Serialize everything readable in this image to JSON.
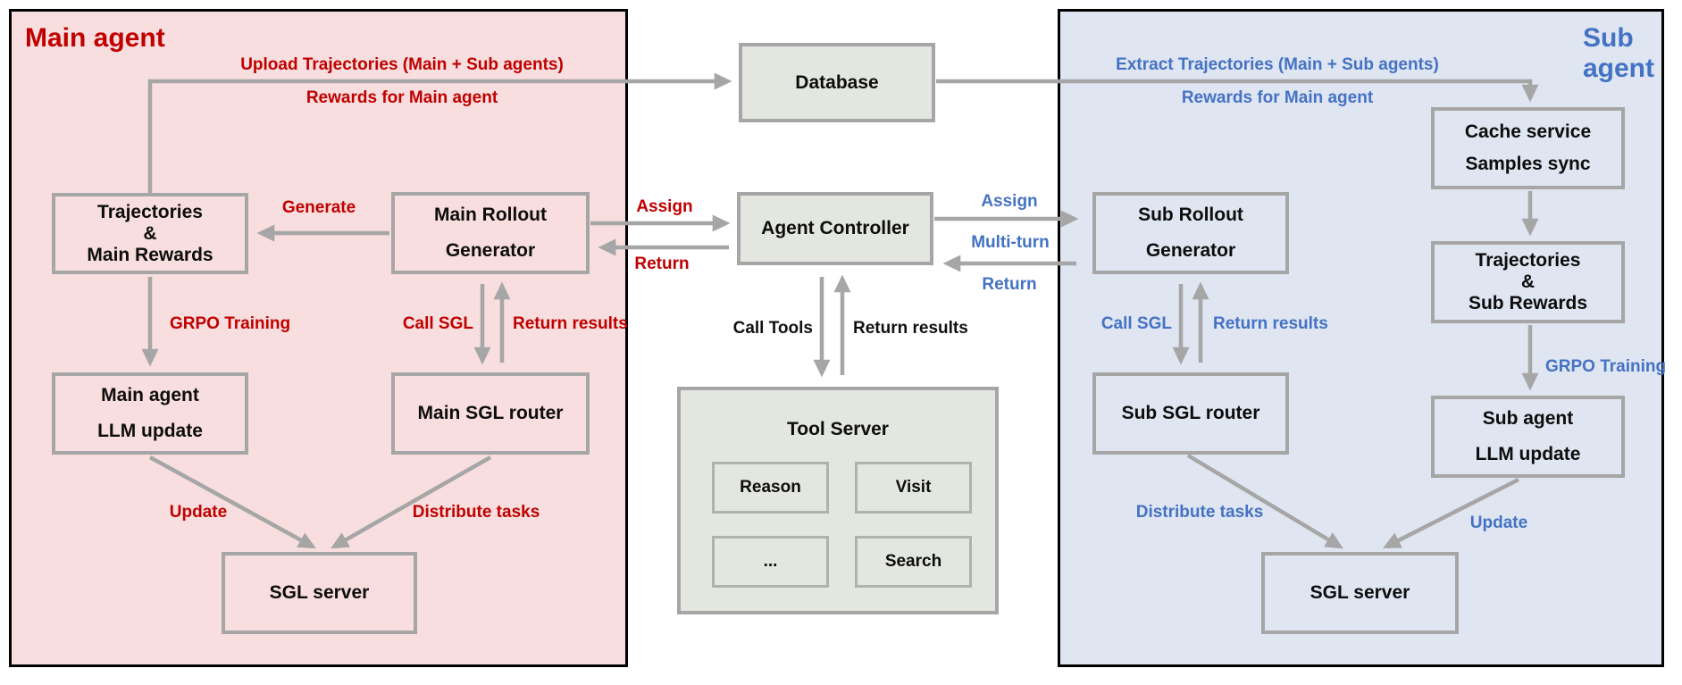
{
  "main_panel": {
    "title": "Main agent",
    "upload_label_line1": "Upload Trajectories (Main + Sub agents)",
    "upload_label_line2": "Rewards for Main agent",
    "boxes": {
      "trajectories": {
        "line1": "Trajectories",
        "line2": "&",
        "line3": "Main Rewards"
      },
      "rollout": {
        "line1": "Main Rollout",
        "line2": "Generator"
      },
      "llm_update": {
        "line1": "Main agent",
        "line2": "LLM update"
      },
      "sgl_router": "Main SGL router",
      "sgl_server": "SGL server"
    },
    "labels": {
      "generate": "Generate",
      "grpo": "GRPO Training",
      "call_sgl": "Call SGL",
      "return_results": "Return results",
      "assign": "Assign",
      "return": "Return",
      "update": "Update",
      "distribute": "Distribute tasks"
    }
  },
  "middle": {
    "database": "Database",
    "agent_controller": "Agent Controller",
    "call_tools": "Call Tools",
    "return_results": "Return results",
    "tool_server": {
      "title": "Tool Server",
      "tools": [
        "Reason",
        "Visit",
        "...",
        "Search"
      ]
    }
  },
  "sub_panel": {
    "title": "Sub agent",
    "extract_label_line1": "Extract Trajectories (Main + Sub agents)",
    "extract_label_line2": "Rewards for Main agent",
    "boxes": {
      "cache": {
        "line1": "Cache service",
        "line2": "Samples sync"
      },
      "rollout": {
        "line1": "Sub Rollout",
        "line2": "Generator"
      },
      "trajectories": {
        "line1": "Trajectories",
        "line2": "&",
        "line3": "Sub Rewards"
      },
      "sgl_router": "Sub SGL router",
      "llm_update": {
        "line1": "Sub agent",
        "line2": "LLM update"
      },
      "sgl_server": "SGL server"
    },
    "labels": {
      "assign": "Assign",
      "multi_turn": "Multi-turn",
      "return": "Return",
      "call_sgl": "Call SGL",
      "return_results": "Return results",
      "grpo": "GRPO Training",
      "distribute": "Distribute tasks",
      "update": "Update"
    }
  },
  "colors": {
    "main_accent": "#c00000",
    "sub_accent": "#4472c4",
    "main_panel_bg": "#f8dede",
    "sub_panel_bg": "#dfe5f1",
    "middle_box_bg": "#e3e7e0",
    "wire_gray": "#a6a6a6"
  }
}
